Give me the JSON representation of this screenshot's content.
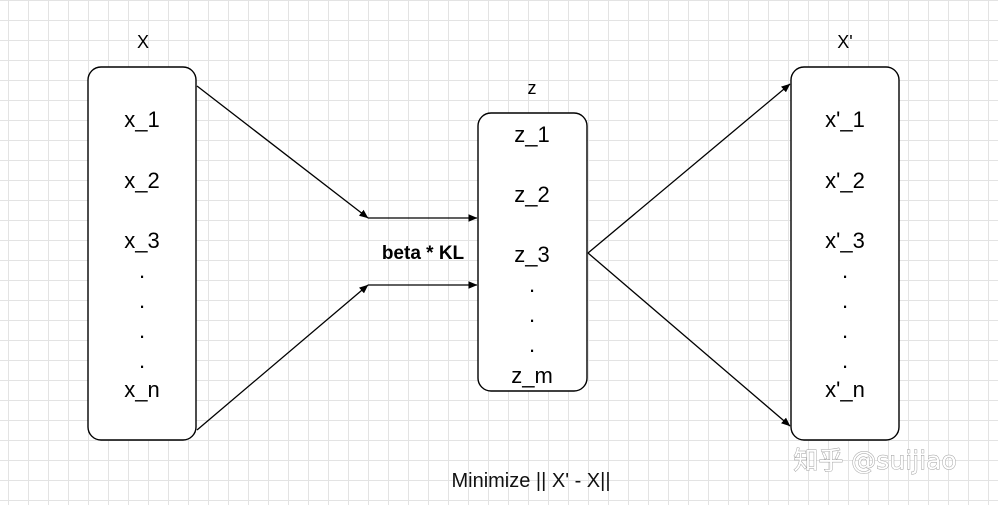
{
  "input": {
    "title": "X",
    "items": [
      "x_1",
      "x_2",
      "x_3",
      ".",
      ".",
      ".",
      ".",
      "x_n"
    ]
  },
  "latent": {
    "title": "z",
    "items": [
      "z_1",
      "z_2",
      "z_3",
      ".",
      ".",
      ".",
      "z_m"
    ]
  },
  "output": {
    "title": "X'",
    "items": [
      "x'_1",
      "x'_2",
      "x'_3",
      ".",
      ".",
      ".",
      ".",
      "x'_n"
    ]
  },
  "loss_label": "beta * KL",
  "objective": "Minimize || X' - X||",
  "watermark": "知乎 @suijiao"
}
